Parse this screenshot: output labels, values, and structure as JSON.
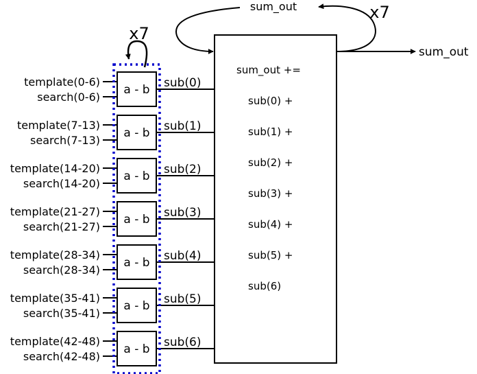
{
  "subtractor_label": "a - b",
  "repeat_label": "x7",
  "feedback_label": "sum_out",
  "output_label": "sum_out",
  "rows": [
    {
      "template": "template(0-6)",
      "search": "search(0-6)",
      "sub": "sub(0)"
    },
    {
      "template": "template(7-13)",
      "search": "search(7-13)",
      "sub": "sub(1)"
    },
    {
      "template": "template(14-20)",
      "search": "search(14-20)",
      "sub": "sub(2)"
    },
    {
      "template": "template(21-27)",
      "search": "search(21-27)",
      "sub": "sub(3)"
    },
    {
      "template": "template(28-34)",
      "search": "search(28-34)",
      "sub": "sub(4)"
    },
    {
      "template": "template(35-41)",
      "search": "search(35-41)",
      "sub": "sub(5)"
    },
    {
      "template": "template(42-48)",
      "search": "search(42-48)",
      "sub": "sub(6)"
    }
  ],
  "equation_lines": [
    "sum_out +=",
    "sub(0) +",
    "sub(1) +",
    "sub(2) +",
    "sub(3) +",
    "sub(4) +",
    "sub(5) +",
    "sub(6)"
  ],
  "colors": {
    "stroke": "#000000",
    "dotted_group": "#0000cc",
    "background": "#ffffff"
  }
}
